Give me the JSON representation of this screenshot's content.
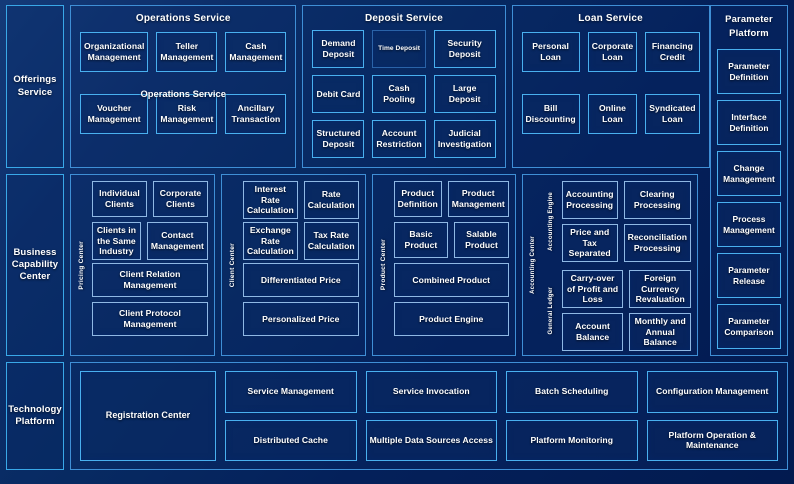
{
  "theme": {
    "background": "#06245c",
    "tile_border": "#49b0ef",
    "panel_border": "#3f8fd6",
    "rail_border": "#39a8e8",
    "text": "#ffffff"
  },
  "rows": [
    {
      "id": "offerings",
      "sidebar_label": "Offerings Service",
      "groups": [
        {
          "id": "operations-service",
          "title": "Operations Service",
          "ghost_title": "Operations Service",
          "tiles": [
            "Organizational Management",
            "Teller Management",
            "Cash Management",
            "Voucher Management",
            "Risk Management",
            "Ancillary Transaction"
          ]
        },
        {
          "id": "deposit-service",
          "title": "Deposit Service",
          "tiles": [
            "Demand Deposit",
            "Time Deposit",
            "Security Deposit",
            "Debit Card",
            "Cash Pooling",
            "Large Deposit",
            "Structured Deposit",
            "Account Restriction",
            "Judicial Investigation"
          ],
          "dim_indexes": [
            1
          ]
        },
        {
          "id": "loan-service",
          "title": "Loan Service",
          "tiles": [
            "Personal Loan",
            "Corporate Loan",
            "Financing Credit",
            "Bill Discounting",
            "Online Loan",
            "Syndicated Loan"
          ]
        }
      ]
    },
    {
      "id": "business-capability",
      "sidebar_label": "Business Capability Center",
      "groups": [
        {
          "id": "pricing-center",
          "rail_label": "Pricing Center",
          "pairs": [
            [
              "Individual Clients",
              "Corporate Clients"
            ],
            [
              "Clients in the Same Industry",
              "Contact Management"
            ]
          ],
          "wides": [
            "Client Relation Management",
            "Client Protocol Management"
          ]
        },
        {
          "id": "client-center",
          "rail_label": "Client Center",
          "pairs": [
            [
              "Interest Rate Calculation",
              "Rate Calculation"
            ],
            [
              "Exchange Rate Calculation",
              "Tax Rate Calculation"
            ]
          ],
          "wides": [
            "Differentiated Price",
            "Personalized Price"
          ]
        },
        {
          "id": "product-center",
          "rail_label": "Product Center",
          "pairs": [
            [
              "Product Definition",
              "Product Management"
            ],
            [
              "Basic Product",
              "Salable Product"
            ]
          ],
          "wides": [
            "Combined Product",
            "Product Engine"
          ]
        },
        {
          "id": "accounting-center",
          "rail_label": "Accounting Center",
          "subblocks": [
            {
              "rail_label": "Accounting Engine",
              "tiles": [
                "Accounting Processing",
                "Clearing Processing",
                "Price and Tax Separated",
                "Reconciliation Processing"
              ]
            },
            {
              "rail_label": "General Ledger",
              "tiles": [
                "Carry-over of Profit and Loss",
                "Foreign Currency Revaluation",
                "Account Balance",
                "Monthly and Annual Balance"
              ]
            }
          ]
        }
      ]
    },
    {
      "id": "technology-platform",
      "sidebar_label": "Technology Platform",
      "feature_tile": "Registration Center",
      "tiles": [
        "Service Management",
        "Service Invocation",
        "Batch Scheduling",
        "Configuration Management",
        "Distributed Cache",
        "Multiple Data Sources Access",
        "Platform Monitoring",
        "Platform Operation & Maintenance"
      ]
    }
  ],
  "right_rail": {
    "title": "Parameter Platform",
    "tiles": [
      "Parameter Definition",
      "Interface Definition",
      "Change Management",
      "Process Management",
      "Parameter Release",
      "Parameter Comparison"
    ]
  }
}
